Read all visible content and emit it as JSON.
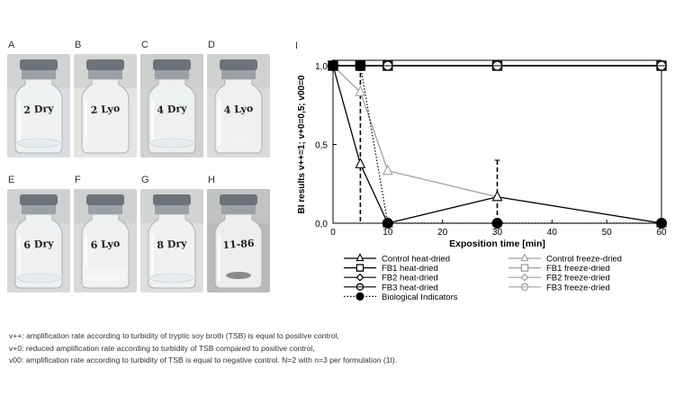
{
  "panels": [
    {
      "letter": "A",
      "label": "2 Dry",
      "fill": "clear",
      "wall": "#d9dde0"
    },
    {
      "letter": "B",
      "label": "2 Lyo",
      "fill": "ring",
      "wall": "#e4e4e1"
    },
    {
      "letter": "C",
      "label": "4 Dry",
      "fill": "clear",
      "wall": "#cfd2d1"
    },
    {
      "letter": "D",
      "label": "4 Lyo",
      "fill": "spot",
      "wall": "#dadbd8"
    },
    {
      "letter": "E",
      "label": "6 Dry",
      "fill": "clear",
      "wall": "#d6d9dc"
    },
    {
      "letter": "F",
      "label": "6 Lyo",
      "fill": "white",
      "wall": "#d8d9d7"
    },
    {
      "letter": "G",
      "label": "8 Dry",
      "fill": "clear",
      "wall": "#dddfdd"
    },
    {
      "letter": "H",
      "label": "11-86",
      "fill": "gray",
      "wall": "#b9bbb9"
    }
  ],
  "chart_panel_letter": "I",
  "chart_data": {
    "type": "line",
    "xlabel": "Exposition time [min]",
    "ylabel": "BI results v++=1; v+0=0,5; v00=0",
    "xlim": [
      0,
      60
    ],
    "ylim": [
      0,
      1
    ],
    "x_ticks": [
      0,
      10,
      20,
      30,
      40,
      50,
      60
    ],
    "y_ticks": [
      "0,0",
      "0,5",
      "1,0"
    ],
    "y_tick_values": [
      0,
      0.5,
      1
    ],
    "grid": false,
    "legend_position": "bottom",
    "series": [
      {
        "name": "Control heat-dried",
        "marker": "triangle",
        "color": "#000000",
        "style": "solid",
        "x": [
          0,
          5,
          10,
          30,
          60
        ],
        "y": [
          1.0,
          0.375,
          0.0,
          0.167,
          0.0
        ]
      },
      {
        "name": "Control freeze-dried",
        "marker": "triangle",
        "color": "#a0a0a0",
        "style": "solid",
        "x": [
          0,
          5,
          10,
          30,
          60
        ],
        "y": [
          1.0,
          0.833,
          0.333,
          0.167,
          0.0
        ]
      },
      {
        "name": "FB1 heat-dried",
        "marker": "square",
        "color": "#000000",
        "style": "solid",
        "x": [
          0,
          5,
          10,
          30,
          60
        ],
        "y": [
          1,
          1,
          1,
          1,
          1
        ]
      },
      {
        "name": "FB1 freeze-dried",
        "marker": "square",
        "color": "#a0a0a0",
        "style": "solid",
        "x": [
          0,
          5,
          10,
          30,
          60
        ],
        "y": [
          1,
          1,
          1,
          1,
          1
        ]
      },
      {
        "name": "FB2 heat-dried",
        "marker": "diamond",
        "color": "#000000",
        "style": "solid",
        "x": [
          0,
          5,
          10,
          30,
          60
        ],
        "y": [
          1,
          1,
          1,
          1,
          1
        ]
      },
      {
        "name": "FB2 freeze-dried",
        "marker": "diamond",
        "color": "#a0a0a0",
        "style": "solid",
        "x": [
          0,
          5,
          10,
          30,
          60
        ],
        "y": [
          1,
          1,
          1,
          1,
          1
        ]
      },
      {
        "name": "FB3 heat-dried",
        "marker": "hexagon",
        "color": "#000000",
        "style": "solid",
        "x": [
          0,
          5,
          10,
          30,
          60
        ],
        "y": [
          1,
          1,
          1,
          1,
          1
        ]
      },
      {
        "name": "FB3 freeze-dried",
        "marker": "hexagon",
        "color": "#a0a0a0",
        "style": "solid",
        "x": [
          0,
          5,
          10,
          30,
          60
        ],
        "y": [
          1,
          1,
          1,
          1,
          1
        ]
      },
      {
        "name": "Biological Indicators",
        "marker": "filled-circle",
        "color": "#000000",
        "style": "dotted",
        "x": [
          0,
          5,
          10,
          30,
          60
        ],
        "y": [
          1,
          1,
          0,
          0,
          0
        ]
      }
    ],
    "error_bars": [
      {
        "x": 5,
        "y_low": 0.0,
        "y_high": 1.0
      },
      {
        "x": 30,
        "y_low": 0.0,
        "y_high": 0.4
      }
    ]
  },
  "caption": [
    "v++: amplification rate according to turbidity of tryptic soy broth (TSB) is equal to positive control,",
    "v+0: reduced amplification rate according to turbidity of TSB compared to positive control,",
    "v00: amplification rate according to turbidity of TSB is equal to negative control. N=2 with n=3 per formulation (1I)."
  ]
}
